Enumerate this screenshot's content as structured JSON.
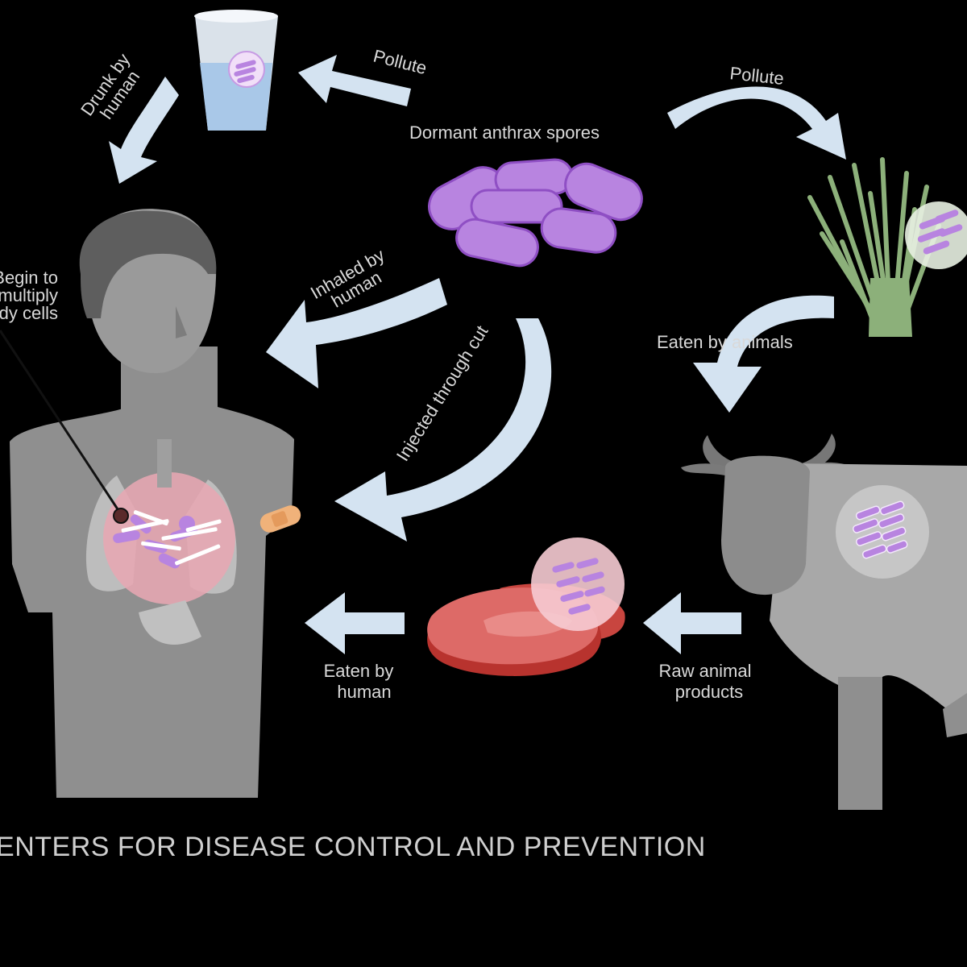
{
  "labels": {
    "pollute_left": "Pollute",
    "pollute_right": "Pollute",
    "spores": "Dormant anthrax spores",
    "drunk_line1": "Drunk by",
    "drunk_line2": "human",
    "inhaled_line1": "Inhaled by",
    "inhaled_line2": "human",
    "injected": "Injected through cut",
    "eaten_animals": "Eaten by animals",
    "begin_line1": "Begin to",
    "begin_line2": "multiply",
    "begin_line3": "in body cells",
    "eaten_human_line1": "Eaten by",
    "eaten_human_line2": "human",
    "raw_line1": "Raw animal",
    "raw_line2": "products"
  },
  "credit": "CENTERS FOR DISEASE CONTROL AND PREVENTION",
  "colors": {
    "background": "#000000",
    "arrow": "#d4e3f1",
    "spore": "#b884e0",
    "spore_stroke": "#8f4fc4",
    "human": "#8f8f8f",
    "cow": "#8c8c8c",
    "grass": "#8cb07a",
    "meat": "#d9605f",
    "lung": "#e7a7b3"
  }
}
